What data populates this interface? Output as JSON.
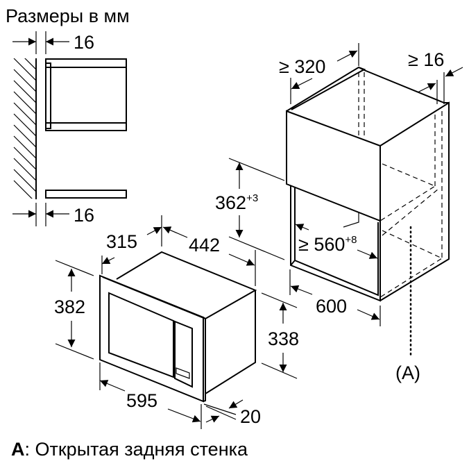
{
  "title": "Размеры в мм",
  "side_view": {
    "top_gap": "16",
    "bottom_gap": "16"
  },
  "appliance": {
    "depth": "315",
    "body_width": "442",
    "front_height": "382",
    "body_height": "338",
    "front_width": "595",
    "frame_depth": "20"
  },
  "cabinet": {
    "depth": "≥ 320",
    "back_gap": "≥ 16",
    "niche_height": "362",
    "niche_height_tol": "+3",
    "niche_width": "≥ 560",
    "niche_width_tol": "+8",
    "cabinet_width": "600",
    "marker": "(A)"
  },
  "legend": {
    "key": "A",
    "text": ": Открытая задняя стенка"
  }
}
